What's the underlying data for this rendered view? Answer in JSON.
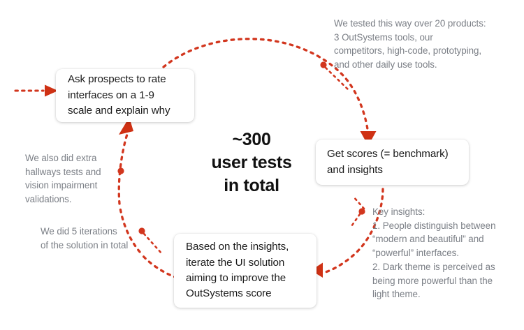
{
  "diagram": {
    "type": "cyclical-process",
    "accent_color": "#d2361e",
    "card_text_color": "#1a1a1a",
    "note_text_color": "#7b7f86",
    "background": "#ffffff",
    "center": {
      "label": "~300\nuser tests\nin total"
    },
    "steps": [
      {
        "id": "ask",
        "text": "Ask prospects to rate\ninterfaces on a 1-9\nscale and explain why"
      },
      {
        "id": "score",
        "text": "Get scores (= benchmark)\nand insights"
      },
      {
        "id": "iterate",
        "text": "Based on the insights,\niterate the UI solution\naiming to improve the\nOutSystems score"
      }
    ],
    "notes": [
      {
        "id": "products",
        "text": "We tested this way over 20 products:\n3 OutSystems tools, our\ncompetitors, high-code,  prototyping,\nand other daily use tools."
      },
      {
        "id": "insights",
        "text": "Key insights:\n1. People distinguish between\n“modern and beautiful” and\n“powerful” interfaces.\n2. Dark theme is perceived as\nbeing more powerful than the\nlight theme."
      },
      {
        "id": "hallways",
        "text": "We also did extra\nhallways tests and\nvision impairment\nvalidations."
      },
      {
        "id": "iterations",
        "text": "We did 5 iterations\nof the solution in total"
      }
    ]
  }
}
